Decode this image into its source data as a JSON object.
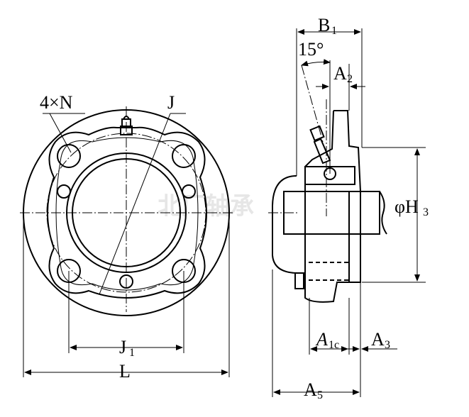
{
  "labels": {
    "holes": "4×N",
    "J": "J",
    "J1": "J",
    "J1_sub": "1",
    "L": "L",
    "B1": "B",
    "B1_sub": "1",
    "angle": "15°",
    "A2": "A",
    "A2_sub": "2",
    "H3": "φH",
    "H3_sub": "3",
    "A1c": "A",
    "A1c_sub": "1c",
    "A3": "A",
    "A3_sub": "3",
    "A5": "A",
    "A5_sub": "5"
  },
  "watermark": "北厂轴承"
}
